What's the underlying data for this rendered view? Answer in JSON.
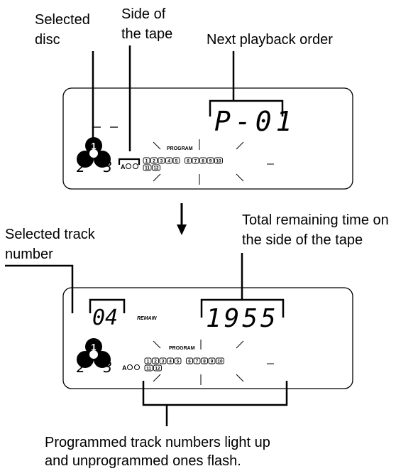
{
  "top_panel": {
    "labels": {
      "selected_disc_1": "Selected",
      "selected_disc_2": "disc",
      "tape_side_1": "Side of",
      "tape_side_2": "the tape",
      "next_order": "Next playback order"
    },
    "display": {
      "order_text": "P-01",
      "disc_top": "1",
      "disc_left": "2",
      "disc_right": "3",
      "tape_text": "A",
      "program_label": "PROGRAM",
      "tracks_row1": [
        "1",
        "2",
        "3",
        "4",
        "5",
        "6",
        "7",
        "8",
        "9",
        "10"
      ],
      "tracks_row2": [
        "11",
        "12"
      ]
    }
  },
  "bottom_panel": {
    "labels": {
      "selected_track_1": "Selected track",
      "selected_track_2": "number",
      "remaining_1": "Total remaining time on",
      "remaining_2": "the side of the tape",
      "programmed_1": "Programmed track numbers light up",
      "programmed_2": "and unprogrammed ones flash."
    },
    "display": {
      "track_number": "04",
      "remain_label": "REMAIN",
      "time_text": "1955",
      "disc_top": "1",
      "disc_left": "2",
      "disc_right": "3",
      "tape_text": "A",
      "program_label": "PROGRAM",
      "tracks_row1": [
        "1",
        "2",
        "3",
        "4",
        "5",
        "6",
        "7",
        "8",
        "9",
        "10"
      ],
      "tracks_row2": [
        "11",
        "12"
      ]
    }
  }
}
